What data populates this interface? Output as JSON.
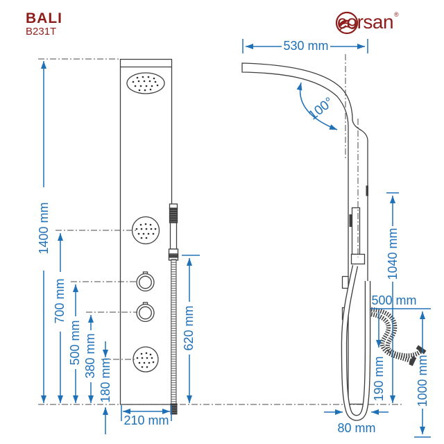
{
  "header": {
    "model": "BALI",
    "code": "B231T"
  },
  "brand": {
    "name": "corsan",
    "registered": "®"
  },
  "front_view": {
    "dims": {
      "total_height": "1400 mm",
      "upper_jet_height": "700 mm",
      "upper_knob_height": "500 mm",
      "lower_knob_height": "380 mm",
      "lower_jet_height": "180 mm",
      "hand_shower_height": "620 mm",
      "panel_width": "210 mm"
    }
  },
  "side_view": {
    "dims": {
      "arm_reach": "530 mm",
      "arm_angle": "100°",
      "jet_height": "1040 mm",
      "connection_hose_length": "500 mm",
      "inlet_offset": "190 mm",
      "connection_height": "1000 mm",
      "hose_loop_width": "80 mm"
    }
  },
  "colors": {
    "dimension_blue": "#1e70b7",
    "brand_red": "#8c1d1a",
    "drawing_line": "#3f3f3f"
  }
}
